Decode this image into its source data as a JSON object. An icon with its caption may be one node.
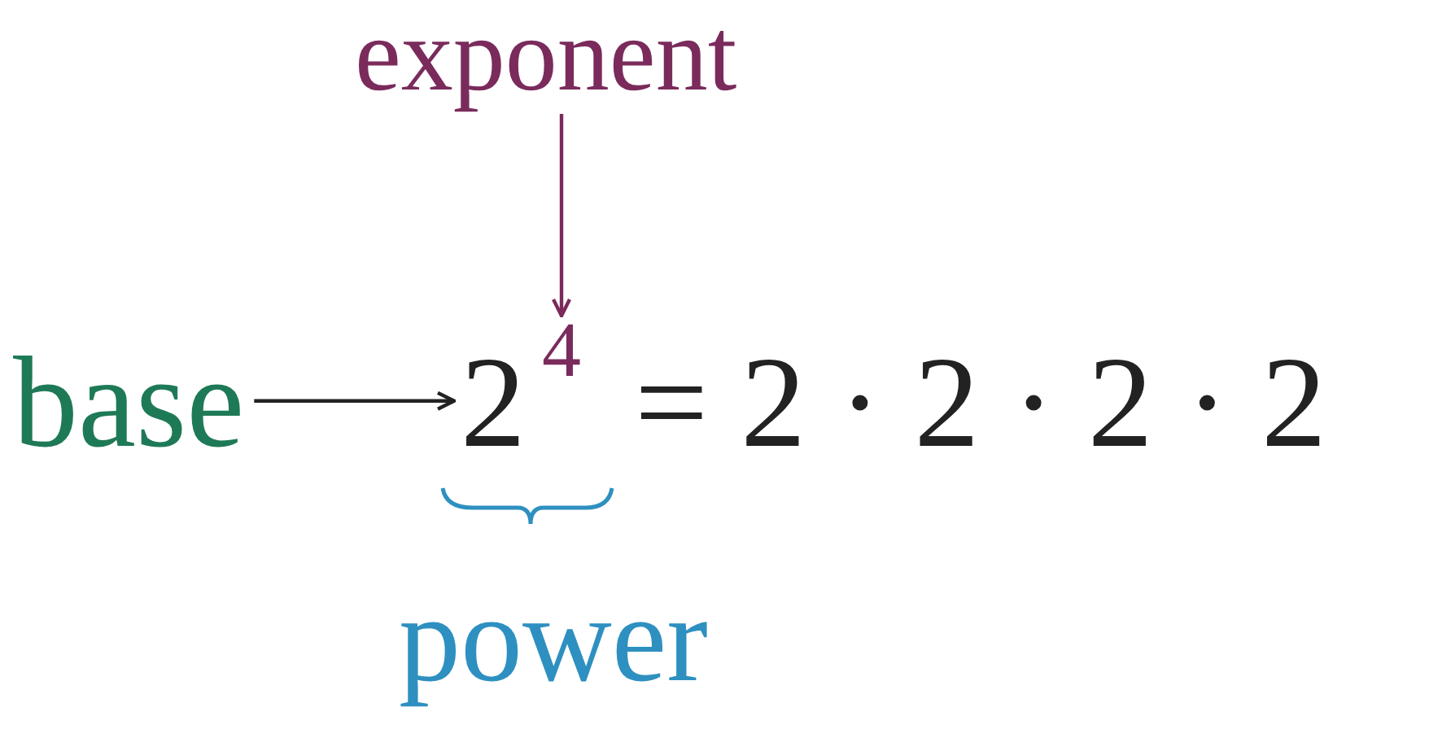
{
  "diagram": {
    "nodes": [
      {
        "text": [
          "exponent"
        ]
      },
      {
        "text": [
          "base"
        ]
      },
      {
        "text": [
          "2"
        ]
      },
      {
        "text": [
          "4"
        ]
      }
    ],
    "edges": [
      {
        "from": 0,
        "to": 3,
        "arrow": "to",
        "color": "#7a2b5c"
      },
      {
        "from": 1,
        "to": 2,
        "arrow": "to"
      }
    ],
    "labels": [
      "= 2 · 2 · 2 · 2",
      "power"
    ]
  }
}
